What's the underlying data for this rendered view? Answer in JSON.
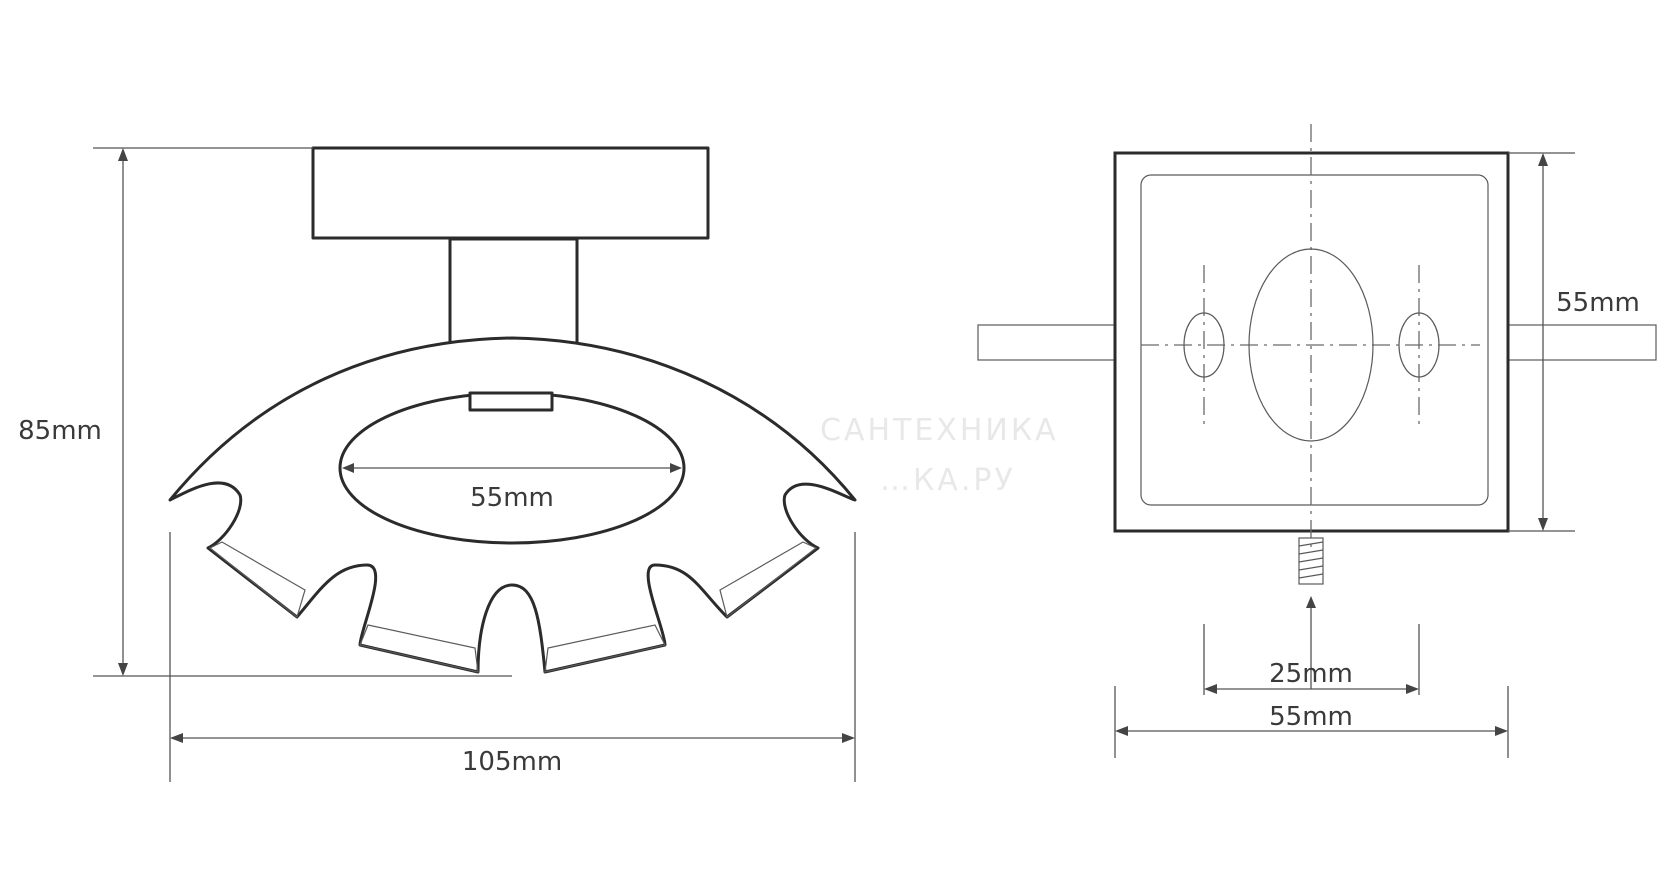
{
  "left_view": {
    "height_label": "85mm",
    "width_label": "105mm",
    "dish_opening_label": "55mm"
  },
  "right_view": {
    "height_label": "55mm",
    "hole_spacing_label": "25mm",
    "width_label": "55mm"
  },
  "watermark": {
    "line1": "САНТЕХНИКА",
    "line2": "…КА.РУ"
  }
}
